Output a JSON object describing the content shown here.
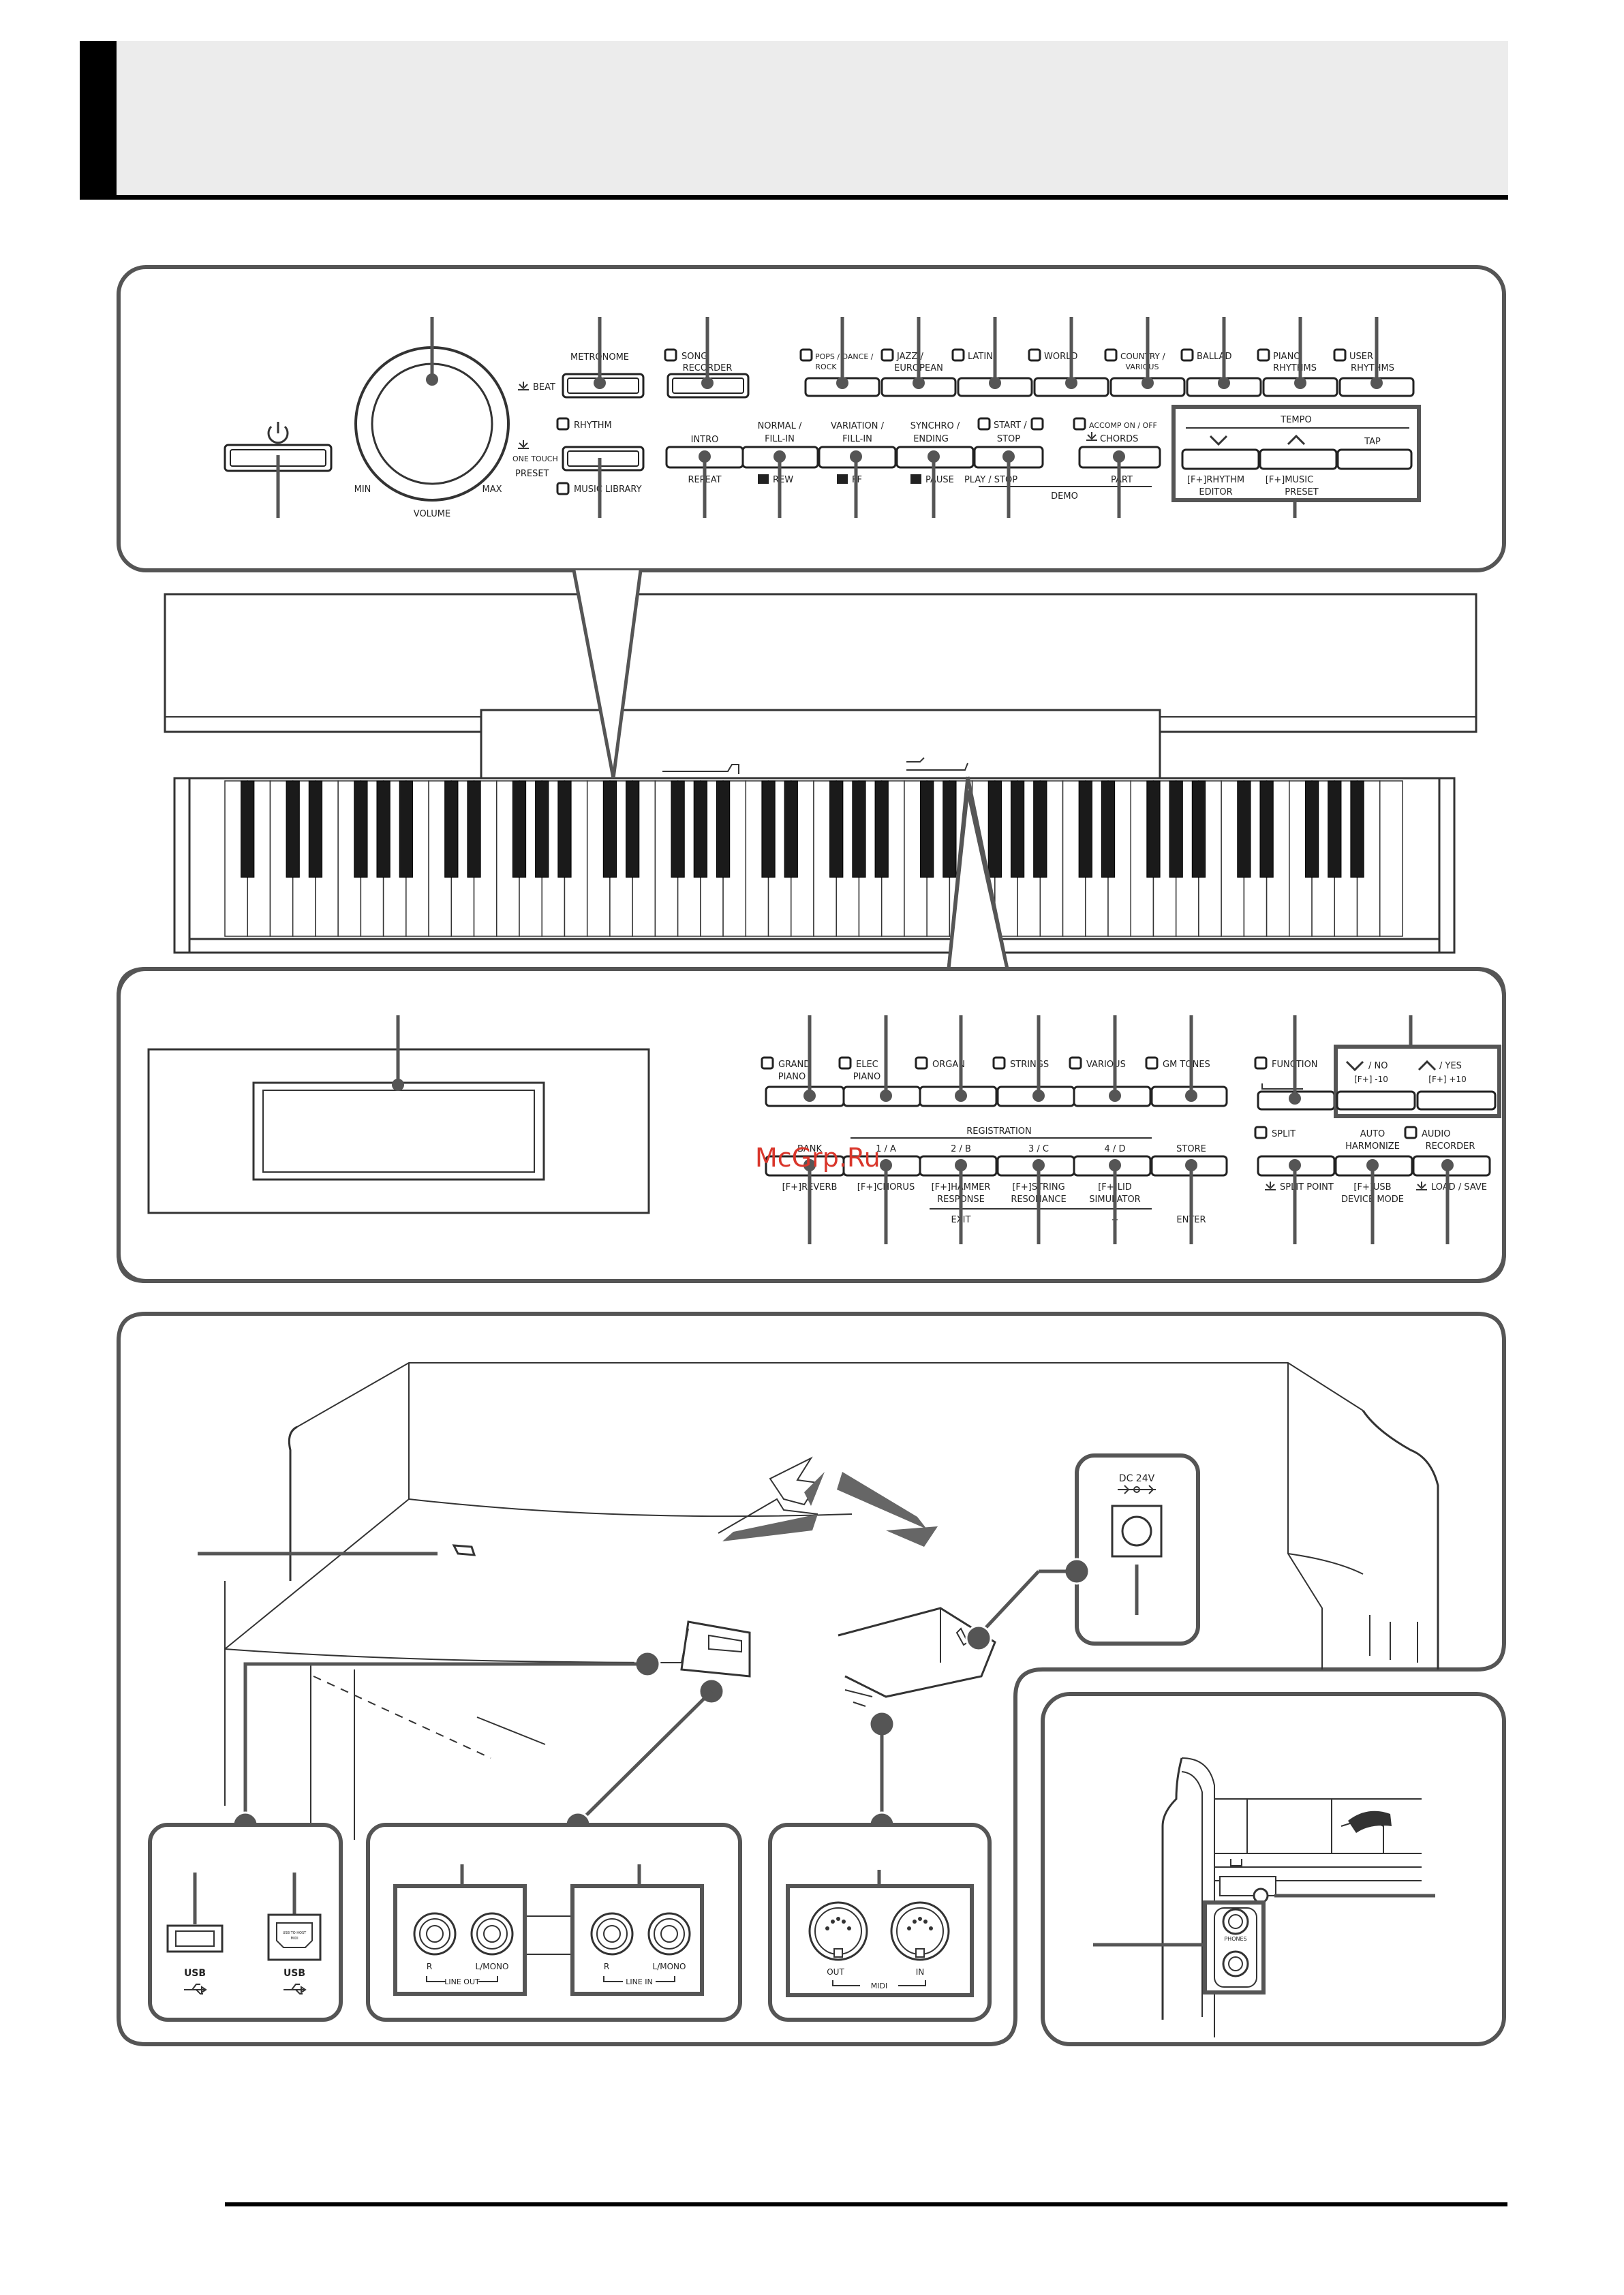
{
  "top_panel": {
    "power_icon": "power-icon",
    "volume": {
      "min": "MIN",
      "max": "MAX",
      "label": "VOLUME"
    },
    "metronome": {
      "label": "METRONOME",
      "beat": "BEAT"
    },
    "rhythm": {
      "label": "RHYTHM",
      "one_touch_1": "ONE TOUCH",
      "one_touch_2": "PRESET",
      "music_library": "MUSIC LIBRARY"
    },
    "song_recorder": {
      "line1": "SONG",
      "line2": "RECORDER"
    },
    "rhythm_groups": [
      {
        "line1": "POPS / DANCE /",
        "line2": "ROCK"
      },
      {
        "line1": "JAZZ /",
        "line2": "EUROPEAN"
      },
      {
        "line1": "LATIN",
        "line2": ""
      },
      {
        "line1": "WORLD",
        "line2": ""
      },
      {
        "line1": "COUNTRY /",
        "line2": "VARIOUS"
      },
      {
        "line1": "BALLAD",
        "line2": ""
      },
      {
        "line1": "PIANO",
        "line2": "RHYTHMS"
      },
      {
        "line1": "USER",
        "line2": "RHYTHMS"
      }
    ],
    "accomp_row": [
      {
        "top1": "",
        "top2": "INTRO",
        "bottom": "REPEAT"
      },
      {
        "top1": "NORMAL /",
        "top2": "FILL-IN",
        "bottom": "REW"
      },
      {
        "top1": "VARIATION /",
        "top2": "FILL-IN",
        "bottom": "FF"
      },
      {
        "top1": "SYNCHRO /",
        "top2": "ENDING",
        "bottom": "PAUSE"
      },
      {
        "top1": "START /",
        "top2": "STOP",
        "bottom": "PLAY / STOP"
      },
      {
        "top1": "ACCOMP ON / OFF",
        "top2": "CHORDS",
        "bottom": "PART"
      }
    ],
    "demo": "DEMO",
    "tempo": {
      "title": "TEMPO",
      "tap": "TAP",
      "rhythm_editor_1": "[F+]RHYTHM",
      "rhythm_editor_2": "EDITOR",
      "music_preset_1": "[F+]MUSIC",
      "music_preset_2": "PRESET"
    }
  },
  "mid_panel": {
    "tones": [
      {
        "line1": "GRAND",
        "line2": "PIANO"
      },
      {
        "line1": "ELEC",
        "line2": "PIANO"
      },
      {
        "line1": "ORGAN",
        "line2": ""
      },
      {
        "line1": "STRINGS",
        "line2": ""
      },
      {
        "line1": "VARIOUS",
        "line2": ""
      },
      {
        "line1": "GM TONES",
        "line2": ""
      }
    ],
    "function": "FUNCTION",
    "no": {
      "top": "/ NO",
      "sub": "[F+] -10"
    },
    "yes": {
      "top": "/ YES",
      "sub": "[F+] +10"
    },
    "registration": {
      "title": "REGISTRATION",
      "buttons": [
        "BANK",
        "1 / A",
        "2 / B",
        "3 / C",
        "4 / D",
        "STORE"
      ],
      "below": [
        {
          "line1": "[F+]REVERB",
          "line2": ""
        },
        {
          "line1": "[F+]CHORUS",
          "line2": ""
        },
        {
          "line1": "[F+]HAMMER",
          "line2": "RESPONSE"
        },
        {
          "line1": "[F+]STRING",
          "line2": "RESONANCE"
        },
        {
          "line1": "[F+]LID",
          "line2": "SIMULATOR"
        },
        {
          "line1": "",
          "line2": ""
        }
      ],
      "exit": "EXIT",
      "minus": "-",
      "plus": "+",
      "enter": "ENTER"
    },
    "split": "SPLIT",
    "auto_harmonize_1": "AUTO",
    "auto_harmonize_2": "HARMONIZE",
    "audio_recorder_1": "AUDIO",
    "audio_recorder_2": "RECORDER",
    "split_point": "SPLIT POINT",
    "usb_device_1": "[F+]USB",
    "usb_device_2": "DEVICE MODE",
    "load_save": "LOAD / SAVE"
  },
  "watermark": "McGrp.Ru",
  "bottom": {
    "dc": "DC 24V",
    "usb_a": "USB",
    "usb_b": "USB",
    "usb_port_text_1": "USB TO HOST",
    "usb_port_text_2": "MIDI",
    "line_out": {
      "r": "R",
      "l": "L/MONO",
      "title": "LINE OUT"
    },
    "line_in": {
      "r": "R",
      "l": "L/MONO",
      "title": "LINE IN"
    },
    "midi": {
      "out": "OUT",
      "in": "IN",
      "title": "MIDI"
    },
    "phones": "PHONES"
  }
}
